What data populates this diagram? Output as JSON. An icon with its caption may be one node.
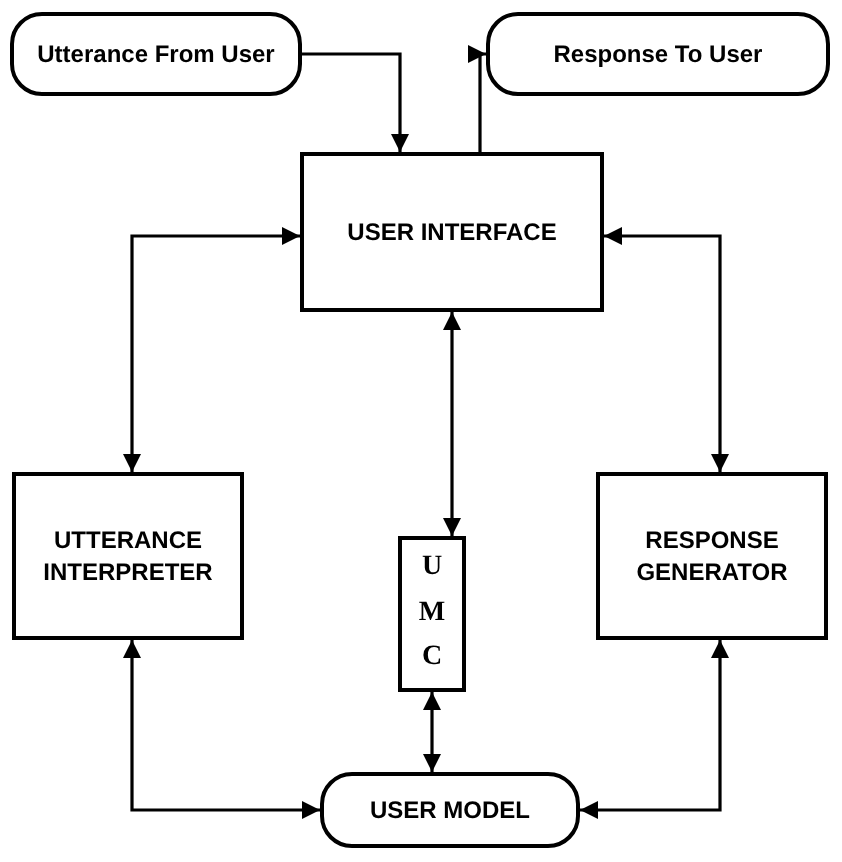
{
  "diagram": {
    "nodes": [
      {
        "text": [
          "Utterance From User"
        ]
      },
      {
        "text": [
          "Response To User"
        ]
      },
      {
        "text": [
          "USER INTERFACE"
        ]
      },
      {
        "text": [
          "UTTERANCE INTERPRETER"
        ]
      },
      {
        "text": [
          "U M C"
        ]
      },
      {
        "text": [
          "RESPONSE GENERATOR"
        ]
      },
      {
        "text": [
          "USER MODEL"
        ]
      }
    ],
    "edges": [
      {
        "from": 0,
        "to": 2,
        "arrow": "to"
      },
      {
        "from": 2,
        "to": 1,
        "arrow": "to"
      },
      {
        "from": 2,
        "to": 3,
        "arrow": "both"
      },
      {
        "from": 2,
        "to": 5,
        "arrow": "both"
      },
      {
        "from": 2,
        "to": 4,
        "arrow": "both"
      },
      {
        "from": 4,
        "to": 6,
        "arrow": "both"
      },
      {
        "from": 3,
        "to": 6,
        "arrow": "both"
      },
      {
        "from": 5,
        "to": 6,
        "arrow": "both"
      }
    ]
  }
}
